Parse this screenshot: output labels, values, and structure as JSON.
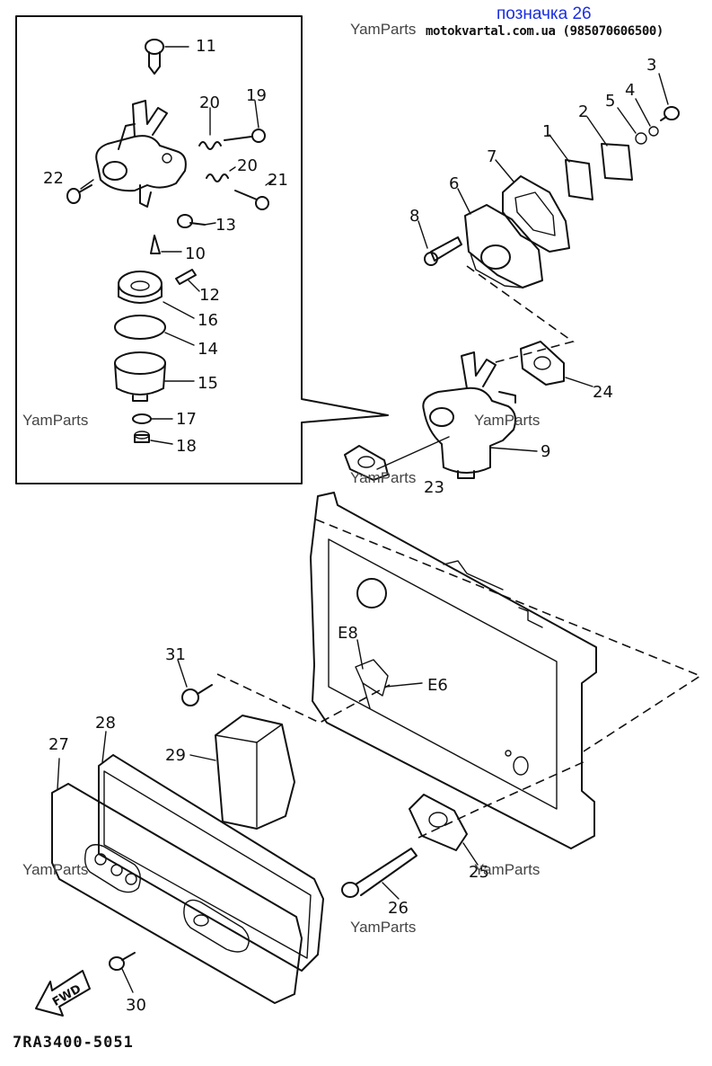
{
  "header": {
    "title": "позначка 26",
    "contact": "motokvartal.com.ua (985070606500)"
  },
  "watermarks": [
    "YamParts",
    "YamParts",
    "YamParts",
    "YamParts",
    "YamParts",
    "YamParts",
    "YamParts"
  ],
  "catalog_code": "7RA3400-5051",
  "fwd_label": "FWD",
  "callouts": {
    "c1": "1",
    "c2": "2",
    "c3": "3",
    "c4": "4",
    "c5": "5",
    "c6": "6",
    "c7": "7",
    "c8": "8",
    "c9": "9",
    "c10": "10",
    "c11": "11",
    "c12": "12",
    "c13": "13",
    "c14": "14",
    "c15": "15",
    "c16": "16",
    "c17": "17",
    "c18": "18",
    "c19": "19",
    "c20a": "20",
    "c20b": "20",
    "c21": "21",
    "c22": "22",
    "c23": "23",
    "c24": "24",
    "c25": "25",
    "c26": "26",
    "c27": "27",
    "c28": "28",
    "c29": "29",
    "c30": "30",
    "c31": "31",
    "e6": "E6",
    "e8": "E8"
  },
  "colors": {
    "header_title": "#1b2fe0",
    "line": "#111111"
  }
}
